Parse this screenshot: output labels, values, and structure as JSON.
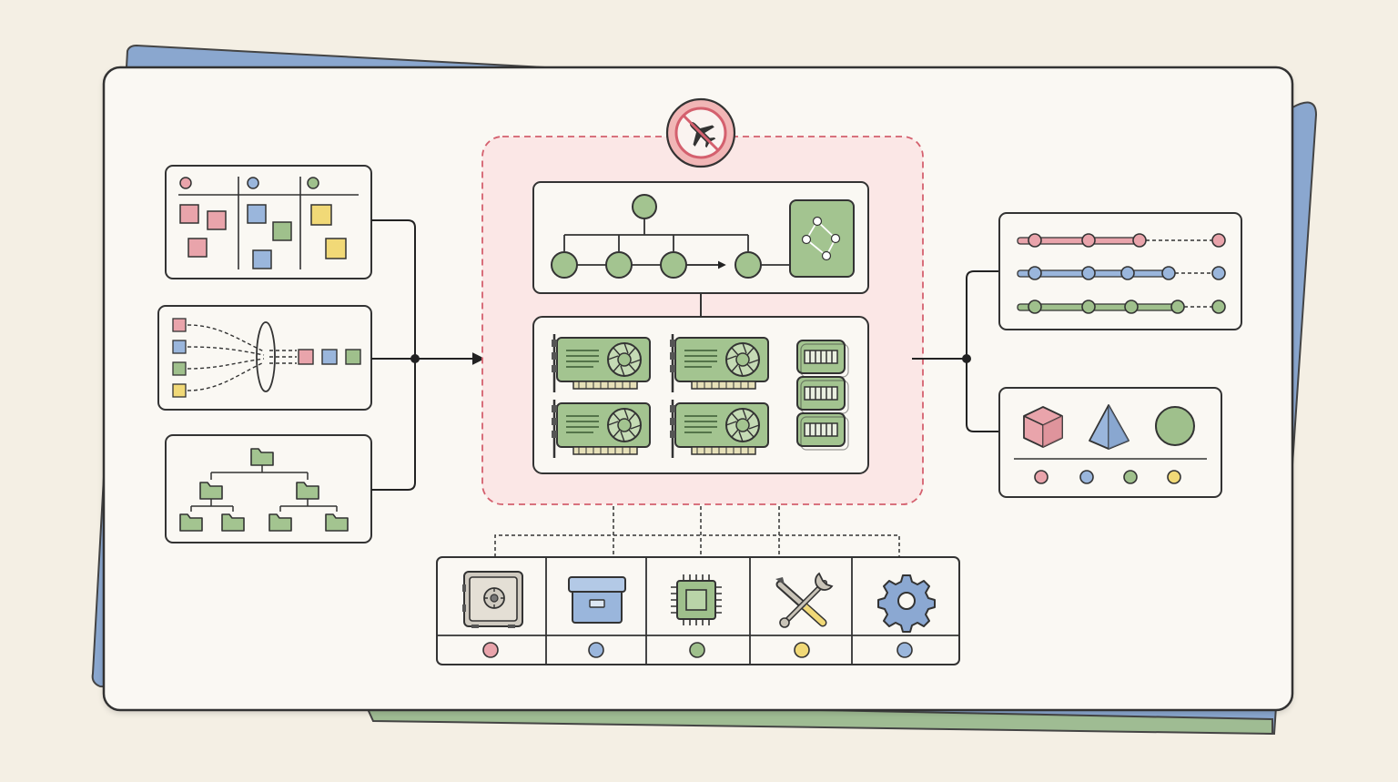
{
  "colors": {
    "background": "#f4efe4",
    "card": "#faf8f3",
    "ink": "#333333",
    "pink": "#e9a4ab",
    "pink_dark": "#d4606e",
    "blue": "#9ab6dc",
    "green": "#9fc08c",
    "green_dark": "#5e8a52",
    "yellow": "#f1d977",
    "back_sheet_blue": "#8aa7cf",
    "back_sheet_green": "#9fbc93",
    "isolation_fill": "#fbe7e6"
  },
  "left_inputs": {
    "kanban": {
      "icon": "kanban-board-icon",
      "column_dots": [
        "pink",
        "blue",
        "green"
      ]
    },
    "funnel": {
      "icon": "data-funnel-icon",
      "inputs": [
        "pink",
        "blue",
        "green",
        "yellow"
      ],
      "outputs": [
        "pink",
        "blue",
        "green"
      ]
    },
    "folders": {
      "icon": "folder-tree-icon"
    }
  },
  "isolation_zone": {
    "badge_icon": "no-airplane-icon",
    "scheduler": {
      "icon": "pipeline-graph-icon",
      "side_icon": "graph-node-icon"
    },
    "compute": {
      "gpu_icon": "gpu-card-icon",
      "gpu_count": 4,
      "memory_icon": "memory-module-icon",
      "memory_count": 3
    }
  },
  "resource_bar": {
    "items": [
      {
        "icon": "safe-icon",
        "dot": "pink"
      },
      {
        "icon": "storage-box-icon",
        "dot": "blue"
      },
      {
        "icon": "cpu-chip-icon",
        "dot": "green"
      },
      {
        "icon": "tools-icon",
        "dot": "yellow"
      },
      {
        "icon": "gear-icon",
        "dot": "blue"
      }
    ]
  },
  "right_outputs": {
    "timelines": {
      "icon": "timeline-icon",
      "rows": [
        "pink",
        "blue",
        "green"
      ]
    },
    "shapes": {
      "icons": [
        "cube-icon",
        "pyramid-icon",
        "sphere-icon"
      ],
      "dots": [
        "pink",
        "blue",
        "green",
        "yellow"
      ]
    }
  }
}
